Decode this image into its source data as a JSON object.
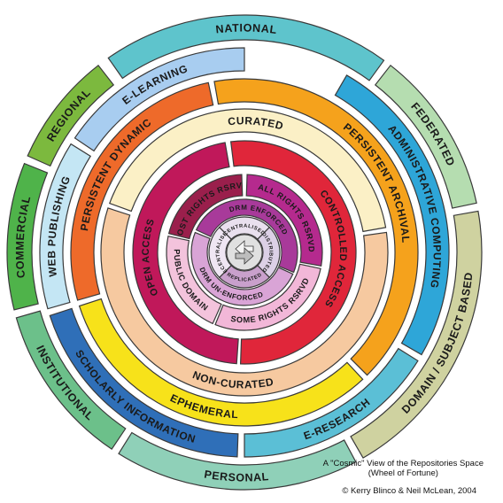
{
  "rings": [
    {
      "segments": [
        {
          "label": "NATIONAL",
          "color": "#5ec4cc"
        },
        {
          "label": "FEDERATED",
          "color": "#b5ddb0"
        },
        {
          "label": "DOMAIN / SUBJECT BASED",
          "color": "#cfd2a0"
        },
        {
          "label": "PERSONAL",
          "color": "#8fd0b8"
        },
        {
          "label": "INSTITUTIONAL",
          "color": "#6cc08a"
        },
        {
          "label": "COMMERCIAL",
          "color": "#4fb34a"
        },
        {
          "label": "REGIONAL",
          "color": "#7cb93e"
        }
      ]
    },
    {
      "segments": [
        {
          "label": "ADMINISTRATIVE COMPUTING",
          "color": "#2ea6d8"
        },
        {
          "label": "E-RESEARCH",
          "color": "#5bbfd6"
        },
        {
          "label": "SCHOLARLY INFORMATION",
          "color": "#2f6fb8"
        },
        {
          "label": "WEB PUBLISHING",
          "color": "#c4e6f4"
        },
        {
          "label": "E-LEARNING",
          "color": "#a8cdf0"
        }
      ]
    },
    {
      "segments": [
        {
          "label": "PERSISTENT ARCHIVAL",
          "color": "#f5a21c"
        },
        {
          "label": "EPHEMERAL",
          "color": "#f7e21a"
        },
        {
          "label": "PERSISTENT DYNAMIC",
          "color": "#ee6a2a"
        }
      ]
    },
    {
      "segments": [
        {
          "label": "CURATED",
          "color": "#fbf0c6"
        },
        {
          "label": "NON-CURATED",
          "color": "#f6c9a0"
        }
      ]
    },
    {
      "segments": [
        {
          "label": "CONTROLLED ACCESS",
          "color": "#e0263a"
        },
        {
          "label": "OPEN ACCESS",
          "color": "#c0185a"
        }
      ]
    },
    {
      "segments": [
        {
          "label": "ALL RIGHTS RSRVD",
          "color": "#b52a8e"
        },
        {
          "label": "SOME RIGHTS RSRVD",
          "color": "#f2b7d8"
        },
        {
          "label": "PUBLIC DOMAIN",
          "color": "#f3c3dc"
        },
        {
          "label": "MOST RIGHTS RSRVD",
          "color": "#9a1f4c"
        }
      ]
    },
    {
      "segments": [
        {
          "label": "DRM ENFORCED",
          "color": "#a83a9a"
        },
        {
          "label": "DRM UN-ENFORCED",
          "color": "#d9a4d6"
        }
      ]
    },
    {
      "segments": [
        {
          "label": "CENTRALISED",
          "color": "#e9e0ee"
        },
        {
          "label": "DISTRIBUTED",
          "color": "#dcd0e6"
        },
        {
          "label": "REPLICATED",
          "color": "#c9a0cc"
        },
        {
          "label": "DECENTRALISED",
          "color": "#efe6f3"
        }
      ]
    }
  ],
  "center_icon": "recycle-arrows-icon",
  "caption": {
    "title_line1": "A \"Cosmic\" View of the Repositories Space",
    "title_line2": "(Wheel of Fortune)",
    "copyright": "© Kerry Blinco & Neil McLean, 2004"
  }
}
